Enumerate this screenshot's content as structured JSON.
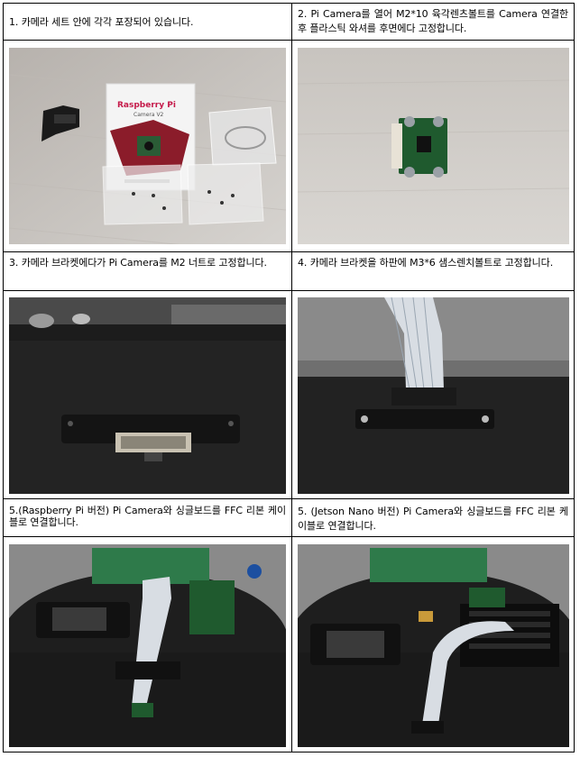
{
  "steps": [
    {
      "caption": "1. 카메라 세트 안에 각각 포장되어 있습니다.",
      "box_brand": "Raspberry Pi",
      "box_product": "Camera V2"
    },
    {
      "caption": "2. Pi Camera를 열어 M2*10 육각렌츠볼트를 Camera 연결한 후 플라스틱 와셔를 후면에다 고정합니다."
    },
    {
      "caption": "3. 카메라 브라켓에다가 Pi Camera를 M2 너트로 고정합니다."
    },
    {
      "caption": "4. 카메라 브라켓을 하판에 M3*6 샘스렌치볼트로 고정합니다."
    },
    {
      "caption": "5.(Raspberry Pi 버전) Pi Camera와 싱글보드를 FFC 리본 케이블로 연결합니다."
    },
    {
      "caption": "5. (Jetson Nano 버전) Pi Camera와 싱글보드를 FFC 리본 케이블로 연결합니다."
    }
  ],
  "colors": {
    "wood": "#c9c6c2",
    "black_metal": "#1c1c1c",
    "pcb_green": "#1f5a2e",
    "ribbon": "#d8dde3"
  }
}
